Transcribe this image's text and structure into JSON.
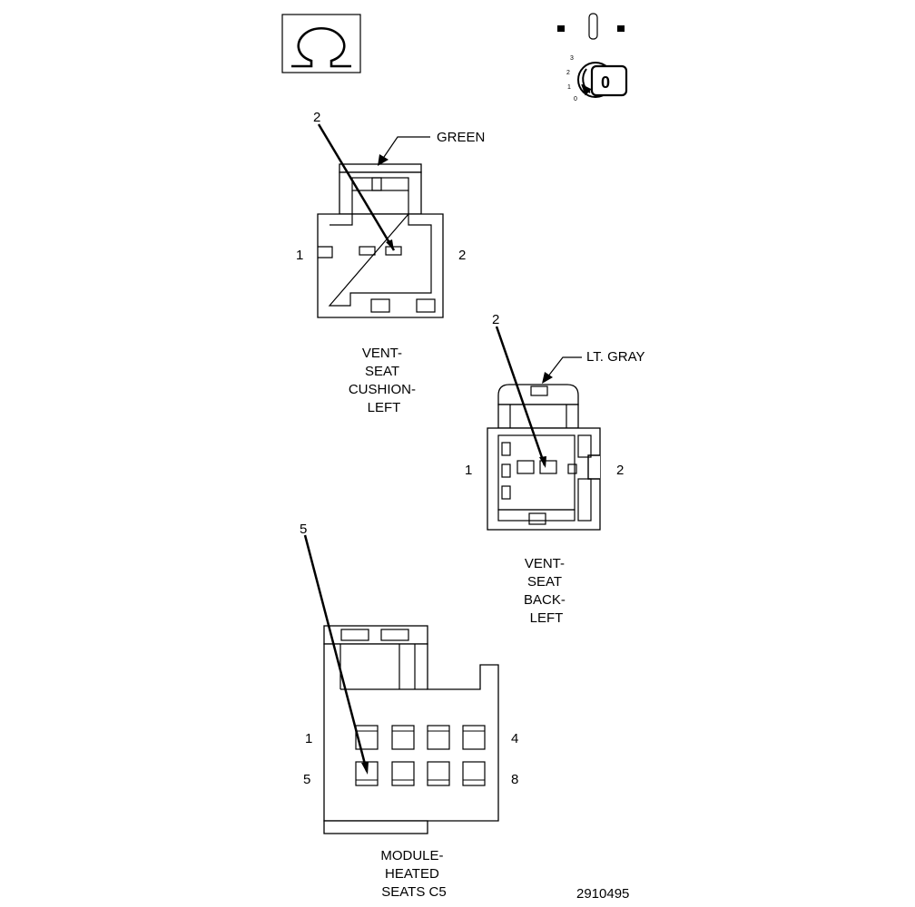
{
  "symbols": {
    "omega_icon": "omega-icon",
    "ignition_icon": "ignition-key-icon",
    "ignition_positions": [
      "3",
      "2",
      "1",
      "0"
    ],
    "ignition_key_label": "0"
  },
  "connectors": [
    {
      "id": "vent-seat-cushion-left",
      "color_label": "GREEN",
      "pin_callout": "2",
      "side_left": "1",
      "side_right": "2",
      "caption": [
        "VENT-",
        "SEAT",
        "CUSHION-",
        "LEFT"
      ]
    },
    {
      "id": "vent-seat-back-left",
      "color_label": "LT. GRAY",
      "pin_callout": "2",
      "side_left": "1",
      "side_right": "2",
      "caption": [
        "VENT-",
        "SEAT",
        "BACK-",
        "LEFT"
      ]
    },
    {
      "id": "module-heated-seats-c5",
      "pin_callout": "5",
      "top_left": "1",
      "top_right": "4",
      "bottom_left": "5",
      "bottom_right": "8",
      "caption": [
        "MODULE-",
        "HEATED",
        "SEATS C5"
      ]
    }
  ],
  "figure_number": "2910495"
}
